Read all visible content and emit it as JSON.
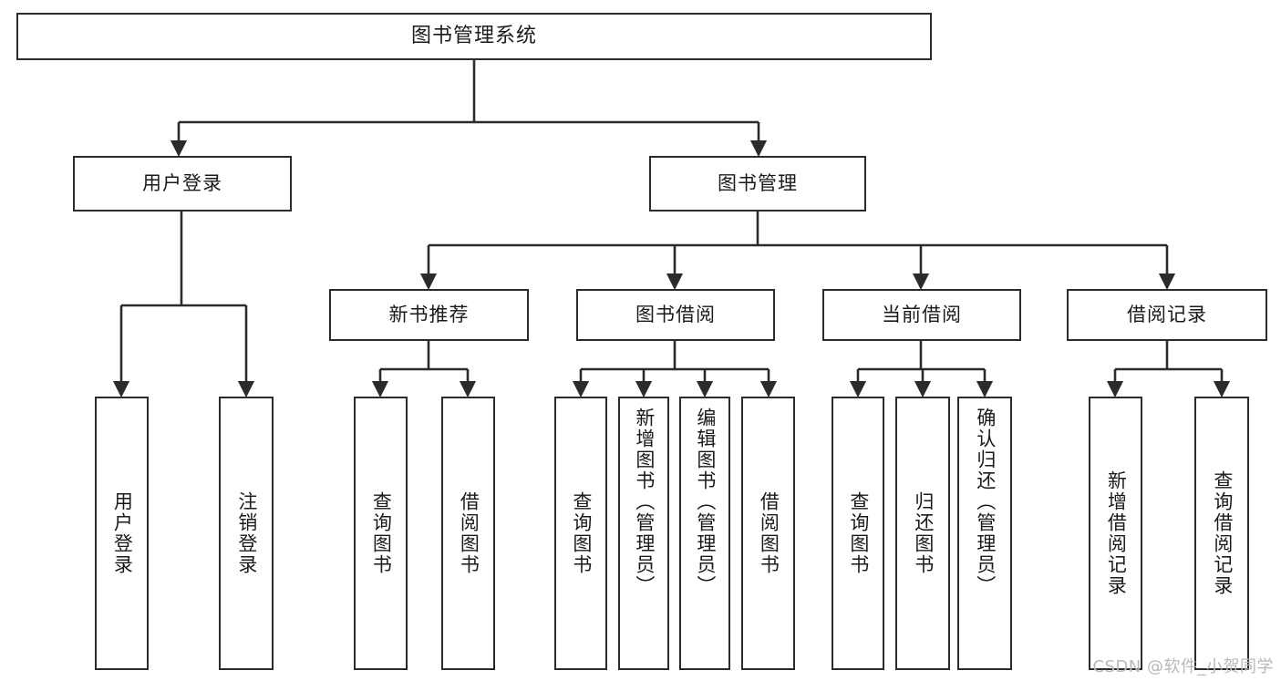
{
  "diagram": {
    "title": "图书管理系统",
    "type": "tree-hierarchy",
    "watermark": "CSDN @软件_小贺同学",
    "root": {
      "label": "图书管理系统"
    },
    "level2": [
      {
        "label": "用户登录"
      },
      {
        "label": "图书管理"
      }
    ],
    "level3": [
      {
        "label": "新书推荐"
      },
      {
        "label": "图书借阅"
      },
      {
        "label": "当前借阅"
      },
      {
        "label": "借阅记录"
      }
    ],
    "leaves": {
      "user_login": [
        {
          "label": "用户登录"
        },
        {
          "label": "注销登录"
        }
      ],
      "new_book_recommend": [
        {
          "label": "查询图书"
        },
        {
          "label": "借阅图书"
        }
      ],
      "book_borrow": [
        {
          "label": "查询图书"
        },
        {
          "label": "新增图书（管理员）"
        },
        {
          "label": "编辑图书（管理员）"
        },
        {
          "label": "借阅图书"
        }
      ],
      "current_borrow": [
        {
          "label": "查询图书"
        },
        {
          "label": "归还图书"
        },
        {
          "label": "确认归还（管理员）"
        }
      ],
      "borrow_record": [
        {
          "label": "新增借阅记录"
        },
        {
          "label": "查询借阅记录"
        }
      ]
    }
  },
  "colors": {
    "stroke": "#2b2b2b",
    "fill": "#ffffff",
    "text": "#1a1a1a",
    "watermark": "#b9b9b9"
  }
}
